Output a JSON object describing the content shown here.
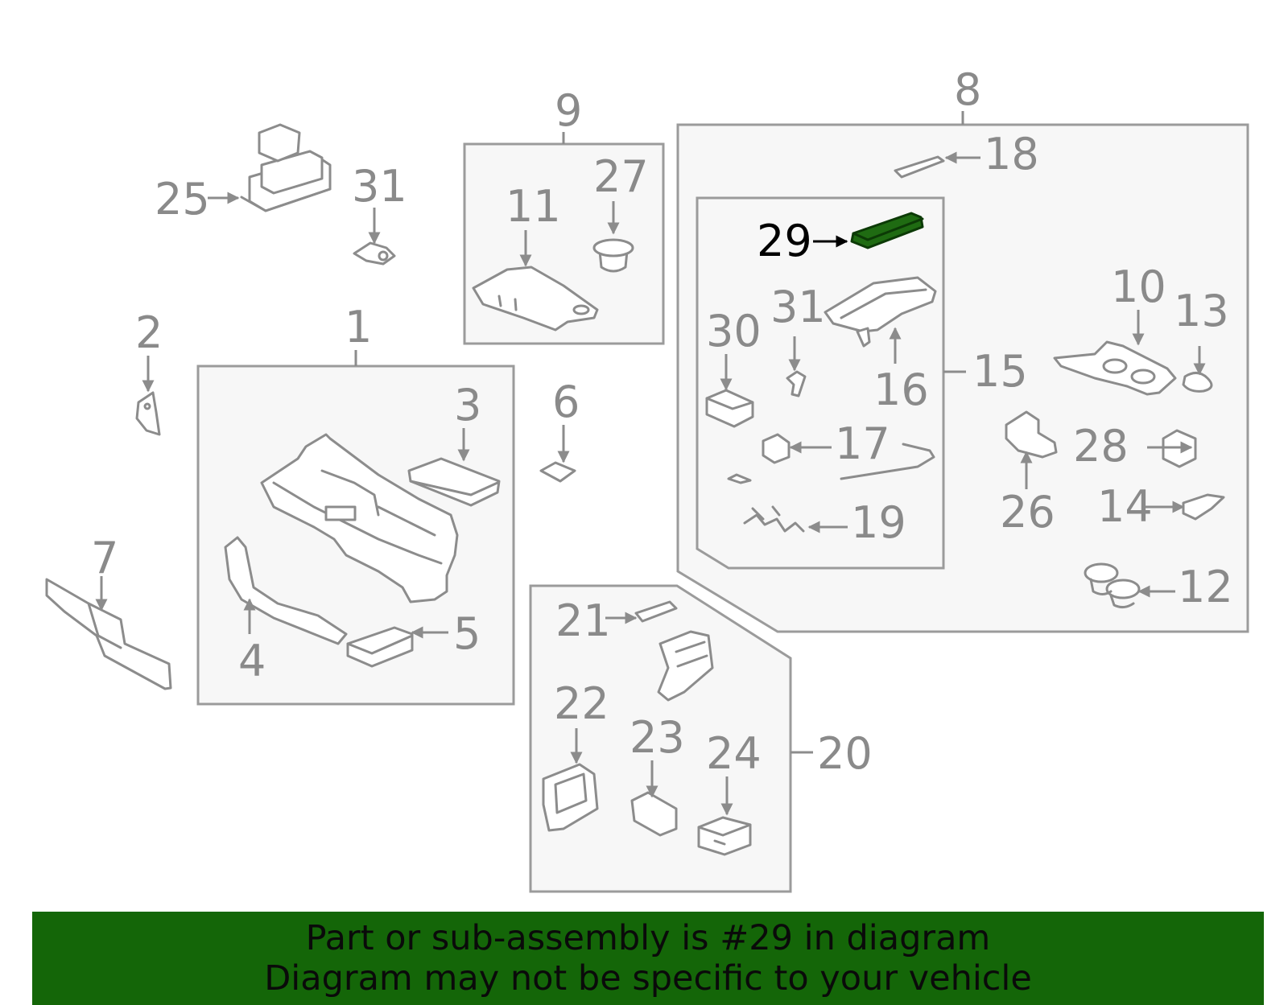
{
  "diagram": {
    "highlighted_part": "29",
    "callouts": [
      "1",
      "2",
      "3",
      "4",
      "5",
      "6",
      "7",
      "8",
      "9",
      "10",
      "11",
      "12",
      "13",
      "14",
      "15",
      "16",
      "17",
      "18",
      "19",
      "20",
      "21",
      "22",
      "23",
      "24",
      "25",
      "26",
      "27",
      "28",
      "29",
      "30",
      "31"
    ]
  },
  "colors": {
    "highlight": "#1f6b12",
    "banner_bg": "#146608",
    "frame_fill": "#f7f7f7",
    "line": "#8c8c8c"
  },
  "banner": {
    "line1": "Part or sub-assembly is #29 in diagram",
    "line2": "Diagram may not be specific to your vehicle"
  }
}
